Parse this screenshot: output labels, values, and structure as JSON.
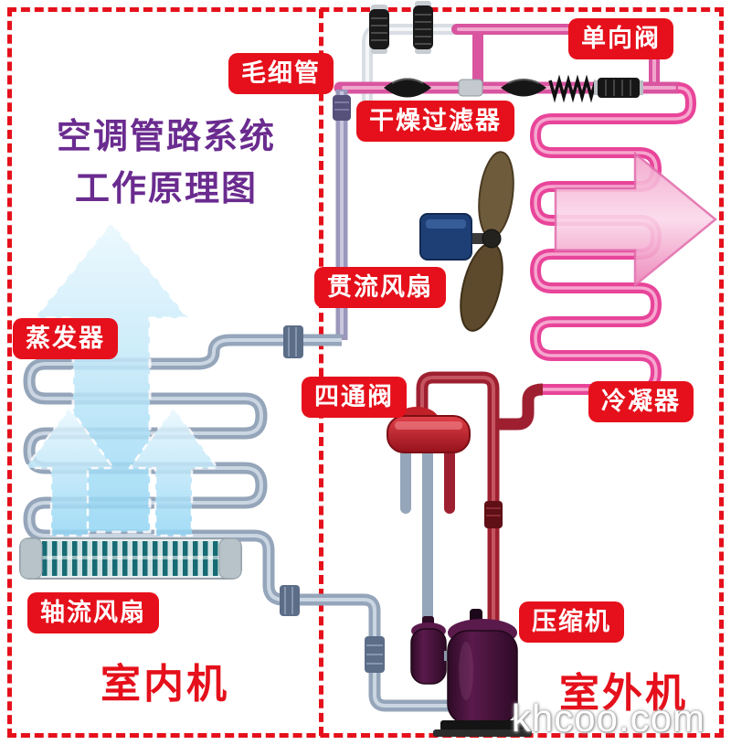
{
  "title": {
    "line1": "空调管路系统",
    "line2": "工作原理图"
  },
  "labels": {
    "capillary": "毛细管",
    "check_valve": "单向阀",
    "filter_drier": "干燥过滤器",
    "crossflow_fan": "贯流风扇",
    "evaporator": "蒸发器",
    "four_way_valve": "四通阀",
    "condenser": "冷凝器",
    "axial_fan": "轴流风扇",
    "compressor": "压缩机"
  },
  "sections": {
    "indoor": "室内机",
    "outdoor": "室外机"
  },
  "watermark": "khcoo.com",
  "colors": {
    "label_bg": "#e5101b",
    "title_text": "#6a2b8f",
    "section_text": "#e5101b",
    "border": "#e5101b",
    "pink_pipe": "#d955a0",
    "condenser_coil": "#e8459a",
    "dark_red_pipe": "#9e2030",
    "gray_pipe": "#95a5ba",
    "purple_pipe": "#9a97bb",
    "blue_arrow": "#93d6f4",
    "pink_arrow": "#f2a2ca",
    "compressor_body": "#42123a",
    "fan_motor": "#1e3f76",
    "axial_fan_stripe": "#176b74"
  }
}
